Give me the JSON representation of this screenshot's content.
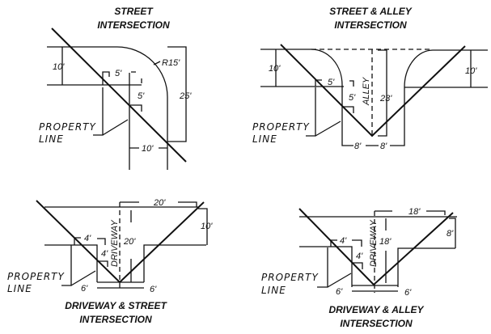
{
  "panels": [
    {
      "title1": "STREET",
      "title2": "INTERSECTION",
      "dims": {
        "d10": "10'",
        "d5a": "5'",
        "d5b": "5'",
        "r15": "R15'",
        "d25": "25'",
        "d10b": "10'"
      },
      "property1": "PROPERTY",
      "property2": "LINE"
    },
    {
      "title1": "STREET & ALLEY",
      "title2": "INTERSECTION",
      "dims": {
        "d10l": "10'",
        "d10r": "10'",
        "d5a": "5'",
        "d5b": "5'",
        "d23": "23'",
        "d8l": "8'",
        "d8r": "8'"
      },
      "alley": "ALLEY",
      "property1": "PROPERTY",
      "property2": "LINE"
    },
    {
      "title1": "DRIVEWAY & STREET",
      "title2": "INTERSECTION",
      "dims": {
        "d20top": "20'",
        "d10": "10'",
        "d20v": "20'",
        "d4a": "4'",
        "d4b": "4'",
        "d6l": "6'",
        "d6r": "6'"
      },
      "driveway": "DRIVEWAY",
      "property1": "PROPERTY",
      "property2": "LINE"
    },
    {
      "title1": "DRIVEWAY & ALLEY",
      "title2": "INTERSECTION",
      "dims": {
        "d18top": "18'",
        "d8": "8'",
        "d18v": "18'",
        "d4a": "4'",
        "d4b": "4'",
        "d6l": "6'",
        "d6r": "6'"
      },
      "driveway": "DRIVEWAY",
      "property1": "PROPERTY",
      "property2": "LINE"
    }
  ]
}
